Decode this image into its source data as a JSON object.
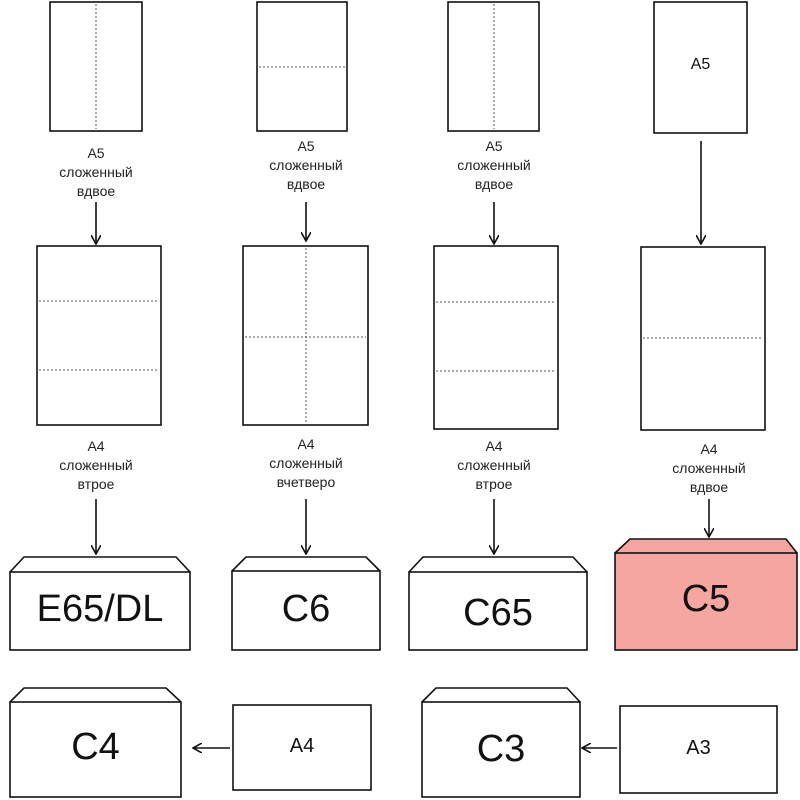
{
  "columns": [
    {
      "top_sheet_label": "",
      "top_caption": [
        "A5",
        "сложенный",
        "вдвое"
      ],
      "mid_caption": [
        "A4",
        "сложенный",
        "втрое"
      ],
      "envelope": "E65/DL"
    },
    {
      "top_sheet_label": "",
      "top_caption": [
        "A5",
        "сложенный",
        "вдвое"
      ],
      "mid_caption": [
        "A4",
        "сложенный",
        "вчетверо"
      ],
      "envelope": "C6"
    },
    {
      "top_sheet_label": "",
      "top_caption": [
        "A5",
        "сложенный",
        "вдвое"
      ],
      "mid_caption": [
        "A4",
        "сложенный",
        "втрое"
      ],
      "envelope": "C65"
    },
    {
      "top_sheet_label": "A5",
      "top_caption": [],
      "mid_caption": [
        "A4",
        "сложенный",
        "вдвое"
      ],
      "envelope": "C5"
    }
  ],
  "bottom_row": [
    {
      "envelope": "C4",
      "source": "A4"
    },
    {
      "envelope": "C3",
      "source": "A3"
    }
  ],
  "colors": {
    "highlight_fill": "#f6a6a0",
    "stroke": "#111111",
    "fold_line": "#555555"
  }
}
